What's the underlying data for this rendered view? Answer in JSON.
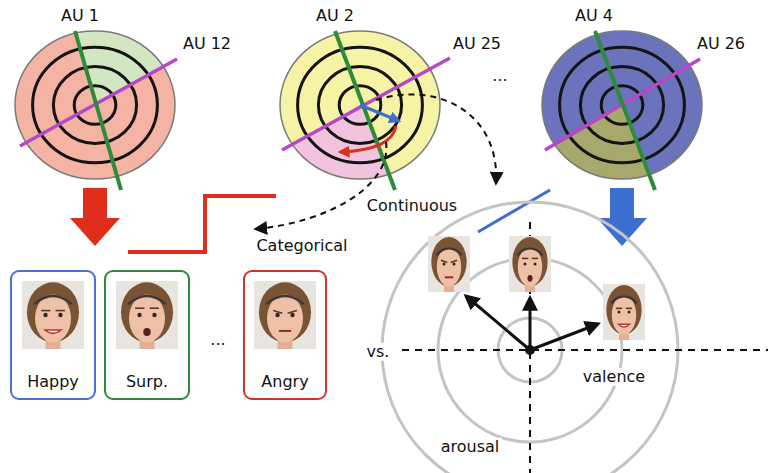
{
  "diagram": {
    "nodes": [
      {
        "text": [
          "Happy"
        ]
      },
      {
        "text": [
          "Surp."
        ]
      },
      {
        "text": [
          "Angry"
        ]
      }
    ],
    "labels": [
      "AU 1",
      "AU 12",
      "AU 2",
      "AU 25",
      "...",
      "AU 4",
      "AU 26",
      "Continuous",
      "Categorical",
      "...",
      "vs.",
      "valence",
      "arousal"
    ]
  }
}
